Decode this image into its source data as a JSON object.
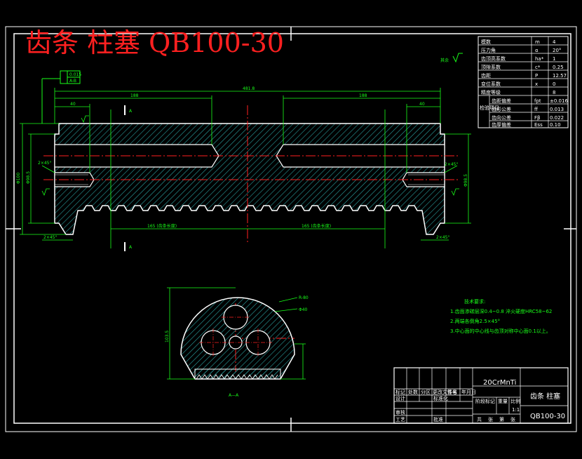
{
  "title": "齿条 柱塞 QB100-30",
  "colors": {
    "background": "#000000",
    "outline": "#ffffff",
    "dimension": "#19ff19",
    "centerline": "#ff2020",
    "title": "#ff2020",
    "hatch": "#2aa0a0"
  },
  "surface_mark": "其余",
  "tolerance_frame": [
    "0.015",
    "A-B"
  ],
  "section_mark_top": "A",
  "section_mark_bottom": "A",
  "section_label": "A—A",
  "dims": {
    "overall": "481.8",
    "left_length": "188",
    "right_length": "188",
    "left_short": "40",
    "right_short": "40",
    "rack_left": "165 (齿条长度)",
    "rack_right": "165 (齿条长度)",
    "left_dia_1": "Φ100",
    "left_dia_2": "Φ98.5",
    "right_dia": "Φ98.5",
    "thread_left": "2×45°",
    "thread_right": "2×45°",
    "chamfer_left": "2×45°",
    "chamfer_right": "2×45°",
    "sec_r1": "R-80",
    "sec_r2": "Φ40",
    "sec_h": "103.5"
  },
  "gear_table": [
    [
      "模数",
      "m",
      "4"
    ],
    [
      "压力角",
      "α",
      "20°"
    ],
    [
      "齿顶高系数",
      "ha*",
      "1"
    ],
    [
      "顶隙系数",
      "c*",
      "0.25"
    ],
    [
      "齿距",
      "P",
      "12.57"
    ],
    [
      "变位系数",
      "x",
      "0"
    ],
    [
      "精度等级",
      "",
      "8"
    ],
    [
      "齿距偏差",
      "fpt",
      "±0.016"
    ],
    [
      "齿形公差",
      "ff",
      "0.013"
    ],
    [
      "齿向公差",
      "Fβ",
      "0.022"
    ],
    [
      "齿厚偏差",
      "Ess",
      "0.10"
    ]
  ],
  "gear_table_group": "检验项目",
  "tech_req_title": "技术要求:",
  "tech_reqs": [
    "1.齿面渗碳层深0.4~0.8 淬火硬度HRC58~62",
    "2.两端各倒角2.5×45°",
    "3.中心面的中心线与齿顶对称中心面0.1以上。"
  ],
  "title_block": {
    "material": "20CrMnTi",
    "name": "齿条 柱塞",
    "code": "QB100-30",
    "scale": "1:1",
    "labels": [
      "标记",
      "处数",
      "分区",
      "更改文件号",
      "签名",
      "年月日"
    ],
    "row2": [
      "设计",
      "标准化"
    ],
    "row3": [
      "审核"
    ],
    "row4": [
      "工艺",
      "批准"
    ],
    "stage_labels": [
      "阶段标记",
      "重量",
      "比例"
    ],
    "sheet": [
      "共",
      "张",
      "第",
      "张"
    ]
  }
}
